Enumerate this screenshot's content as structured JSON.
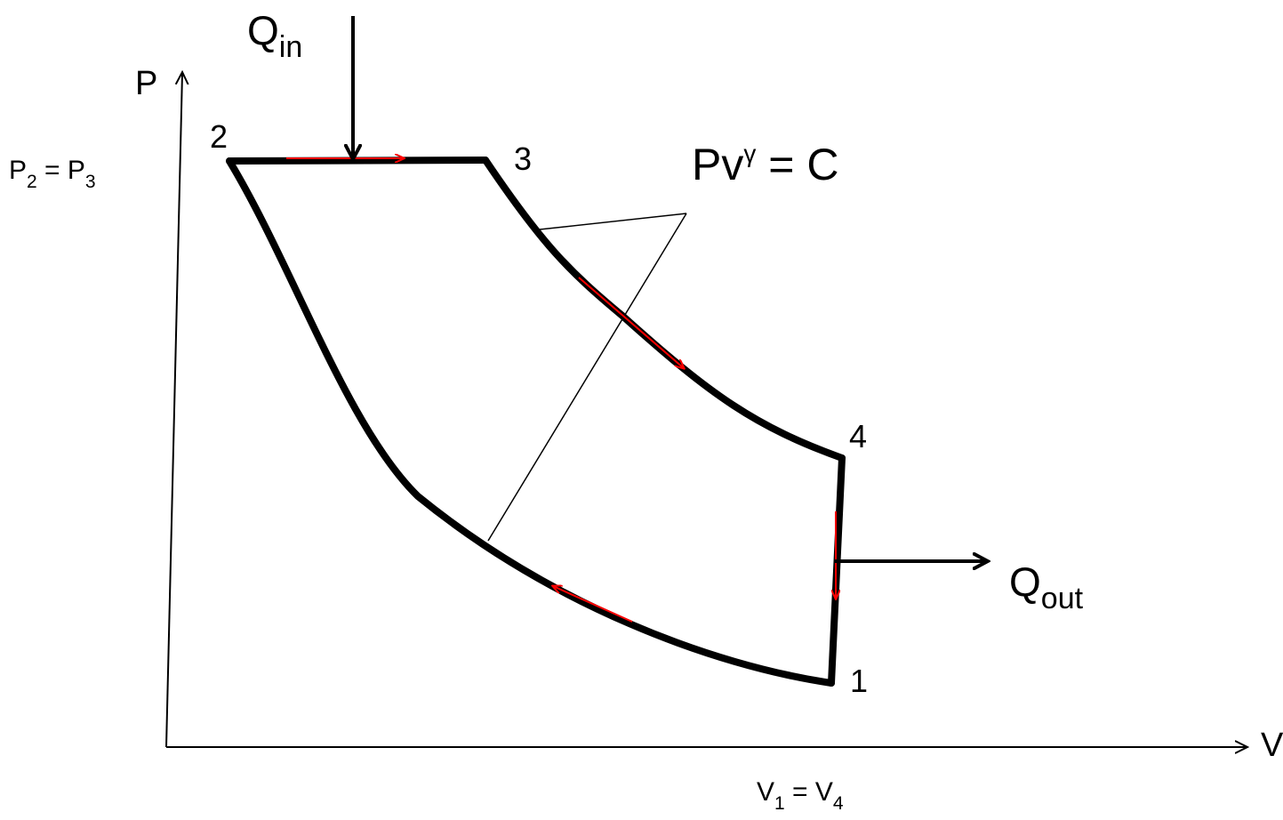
{
  "diagram": {
    "axes": {
      "y_label": "P",
      "x_label": "V"
    },
    "pressure_label": {
      "base": "P",
      "sub_a": "2",
      "equals": " = ",
      "base_b": "P",
      "sub_b": "3"
    },
    "volume_label": {
      "base": "V",
      "sub_a": "1",
      "equals": " = ",
      "base_b": "V",
      "sub_b": "4"
    },
    "heat_in": {
      "base": "Q",
      "sub": "in"
    },
    "heat_out": {
      "base": "Q",
      "sub": "out"
    },
    "isentropic_label": {
      "base": "Pv",
      "exponent": "γ",
      "rest": " = C"
    },
    "state_points": [
      "2",
      "3",
      "4",
      "1"
    ],
    "colors": {
      "cycle": "#000000",
      "direction_arrows": "#ff0000",
      "leader_lines": "#000000"
    }
  }
}
